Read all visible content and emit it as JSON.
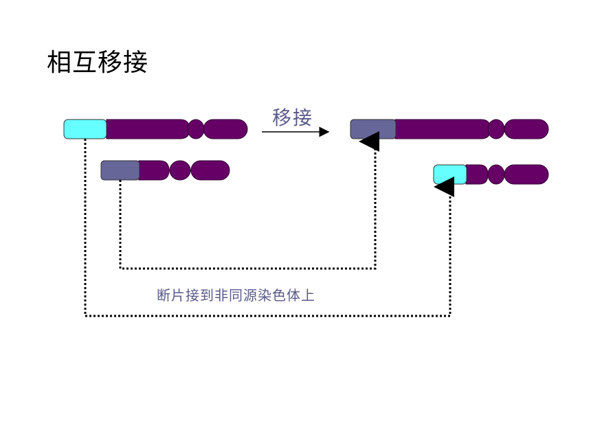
{
  "title": "相互移接",
  "arrow_label": "移接",
  "caption": "断片接到非同源染色体上",
  "colors": {
    "chromosome": "#660066",
    "segment_cyan": "#66ffff",
    "segment_slate": "#666699",
    "dotted_line": "#000000",
    "label_text": "#5a5a8a"
  }
}
